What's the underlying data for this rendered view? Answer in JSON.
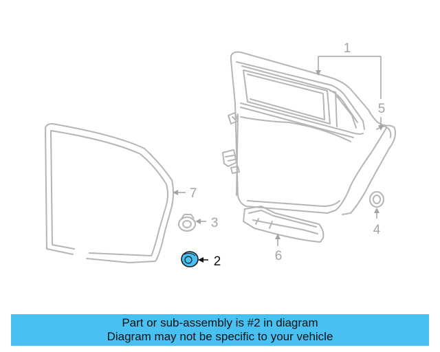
{
  "diagram": {
    "callouts": [
      {
        "number": "1"
      },
      {
        "number": "2"
      },
      {
        "number": "3"
      },
      {
        "number": "4"
      },
      {
        "number": "5"
      },
      {
        "number": "6"
      },
      {
        "number": "7"
      }
    ],
    "highlighted_part": "2",
    "colors": {
      "line_art": "#b5b5b5",
      "highlight_fill": "#48c0f2",
      "highlight_stroke": "#1a1a1a",
      "banner_background": "#48c0f2"
    }
  },
  "banner": {
    "line1": "Part or sub-assembly is #2 in diagram",
    "line2": "Diagram may not be specific to your vehicle"
  }
}
